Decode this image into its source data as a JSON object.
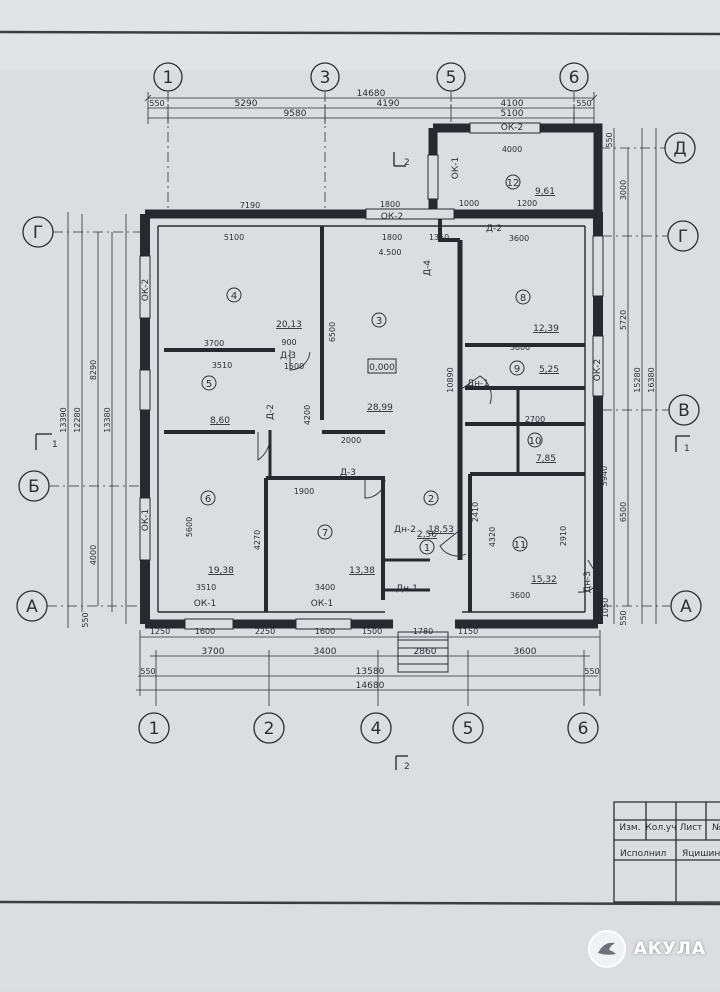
{
  "axes_top": [
    "1",
    "3",
    "5",
    "6"
  ],
  "axes_bottom": [
    "1",
    "2",
    "4",
    "5",
    "6"
  ],
  "axes_left": [
    "Г",
    "Б",
    "А"
  ],
  "axes_right": [
    "Д",
    "Г",
    "В",
    "А"
  ],
  "dims_top": {
    "overall": "14680",
    "seg1": "5290",
    "seg2": "4190",
    "seg3": "4100",
    "edgeL": "550",
    "edgeR": "550",
    "left_total": "9580",
    "right_total": "5100"
  },
  "dims_bottom": {
    "s1": "1250",
    "s2": "1600",
    "s3": "2250",
    "s4": "1600",
    "s5": "1500",
    "s6": "1780",
    "s7": "1150",
    "r1": "3700",
    "r2": "3400",
    "r3": "2860",
    "r4": "3600",
    "edgeL": "550",
    "edgeR": "550",
    "inner_total": "13580",
    "overall": "14680"
  },
  "dims_left": [
    "13390",
    "12280",
    "8290",
    "13380",
    "4000",
    "550"
  ],
  "dims_right": [
    "550",
    "3000",
    "5720",
    "15280",
    "16380",
    "6500",
    "1050",
    "550"
  ],
  "openings": {
    "ok1": "ОК-1",
    "ok2": "ОК-2",
    "d2": "Д-2",
    "d3": "Д-3",
    "d4": "Д-4",
    "dn1": "Дн-1",
    "dn2": "Дн-2",
    "dn3": "Дн-3"
  },
  "rooms": [
    {
      "num": "1",
      "area": "2,56"
    },
    {
      "num": "2",
      "area": "18,53"
    },
    {
      "num": "3",
      "area": "28,99"
    },
    {
      "num": "4",
      "area": "20,13"
    },
    {
      "num": "5",
      "area": "8,60"
    },
    {
      "num": "6",
      "area": "19,38"
    },
    {
      "num": "7",
      "area": "13,38"
    },
    {
      "num": "8",
      "area": "12,39"
    },
    {
      "num": "9",
      "area": "5,25"
    },
    {
      "num": "10",
      "area": "7,85"
    },
    {
      "num": "11",
      "area": "15,32"
    },
    {
      "num": "12",
      "area": "9,61"
    }
  ],
  "level_mark": "0,000",
  "section_marks": [
    "1",
    "2"
  ],
  "title_block": {
    "headers": [
      "Изм.",
      "Кол.уч",
      "Лист",
      "№"
    ],
    "role": "Исполнил",
    "name": "Яцишина"
  },
  "interior_dims": {
    "d7190": "7190",
    "d5100": "5100",
    "d1800a": "1800",
    "d1800b": "1800",
    "d4500": "4.500",
    "d1350": "1350",
    "d3600a": "3600",
    "d4000": "4000",
    "d1200": "1200",
    "d1000": "1000",
    "d3700": "3700",
    "d3510a": "3510",
    "d900": "900",
    "d1500": "1500",
    "d6500": "6500",
    "d2000": "2000",
    "d1900": "1900",
    "d3510b": "3510",
    "d3400": "3400",
    "d5600": "5600",
    "d3600b": "3600",
    "d2700": "2700",
    "d3600c": "3600",
    "d4320": "4320",
    "d2910": "2910",
    "d10890": "10890",
    "d4270": "4270",
    "d4200": "4200",
    "d2410": "2410",
    "d5940": "5940"
  },
  "brand": {
    "text": "АКУЛА"
  }
}
